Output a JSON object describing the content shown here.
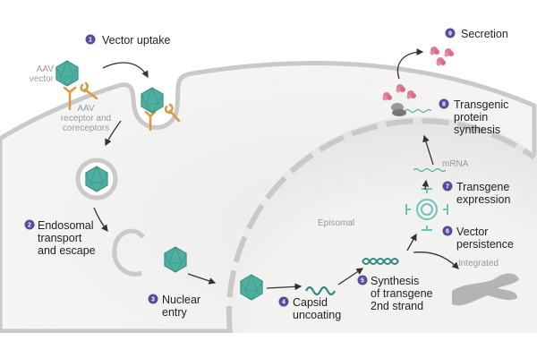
{
  "steps": [
    {
      "num": "1",
      "lines": [
        "Vector uptake"
      ]
    },
    {
      "num": "2",
      "lines": [
        "Endosomal",
        "transport",
        "and escape"
      ]
    },
    {
      "num": "3",
      "lines": [
        "Nuclear",
        "entry"
      ]
    },
    {
      "num": "4",
      "lines": [
        "Capsid",
        "uncoating"
      ]
    },
    {
      "num": "5",
      "lines": [
        "Synthesis",
        "of transgene",
        "2nd strand"
      ]
    },
    {
      "num": "6",
      "lines": [
        "Vector",
        "persistence"
      ]
    },
    {
      "num": "7",
      "lines": [
        "Transgene",
        "expression"
      ]
    },
    {
      "num": "8",
      "lines": [
        "Transgenic",
        "protein",
        "synthesis"
      ]
    },
    {
      "num": "9",
      "lines": [
        "Secretion"
      ]
    }
  ],
  "annotations": {
    "aav_vector": [
      "AAV",
      "vector"
    ],
    "receptor": [
      "AAV",
      "receptor and",
      "coreceptors"
    ],
    "mrna": "mRNA",
    "episomal": "Episomal",
    "integrated": "Integrated"
  },
  "colors": {
    "badge": "#5a4a9c",
    "capsid": "#4fae9f",
    "membrane": "#c9cac8",
    "protein": "#e07a95",
    "receptor": "#d9993f"
  }
}
